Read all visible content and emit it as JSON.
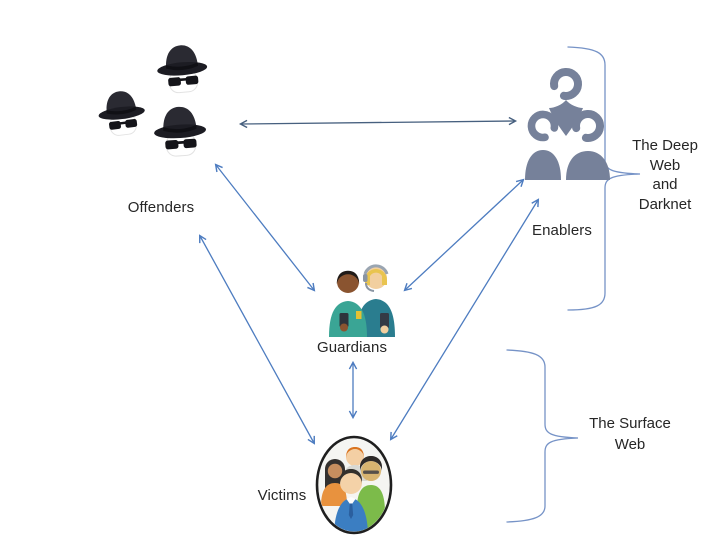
{
  "diagram": {
    "nodes": {
      "offenders": {
        "label": "Offenders",
        "icon": "incognito-spies-icon"
      },
      "enablers": {
        "label": "Enablers",
        "icon": "people-group-icon"
      },
      "guardians": {
        "label": "Guardians",
        "icon": "two-people-with-phones-icon"
      },
      "victims": {
        "label": "Victims",
        "icon": "crowd-in-ellipse-icon"
      }
    },
    "regions": {
      "deep_web": {
        "lines": [
          "The Deep",
          "Web",
          "and",
          "Darknet"
        ]
      },
      "surface_web": {
        "lines": [
          "The Surface",
          "Web"
        ]
      }
    },
    "edges": [
      {
        "from": "Offenders",
        "to": "Enablers",
        "style": "double-arrow"
      },
      {
        "from": "Offenders",
        "to": "Guardians",
        "style": "double-arrow"
      },
      {
        "from": "Offenders",
        "to": "Victims",
        "style": "double-arrow"
      },
      {
        "from": "Guardians",
        "to": "Enablers",
        "style": "double-arrow"
      },
      {
        "from": "Victims",
        "to": "Enablers",
        "style": "double-arrow"
      },
      {
        "from": "Guardians",
        "to": "Victims",
        "style": "double-arrow"
      }
    ],
    "colors": {
      "arrow": "#4D7CC0",
      "arrow_horizontal": "#47607F",
      "brace": "#7693C7",
      "text": "#262626",
      "enablers_icon": "#76819A"
    }
  }
}
